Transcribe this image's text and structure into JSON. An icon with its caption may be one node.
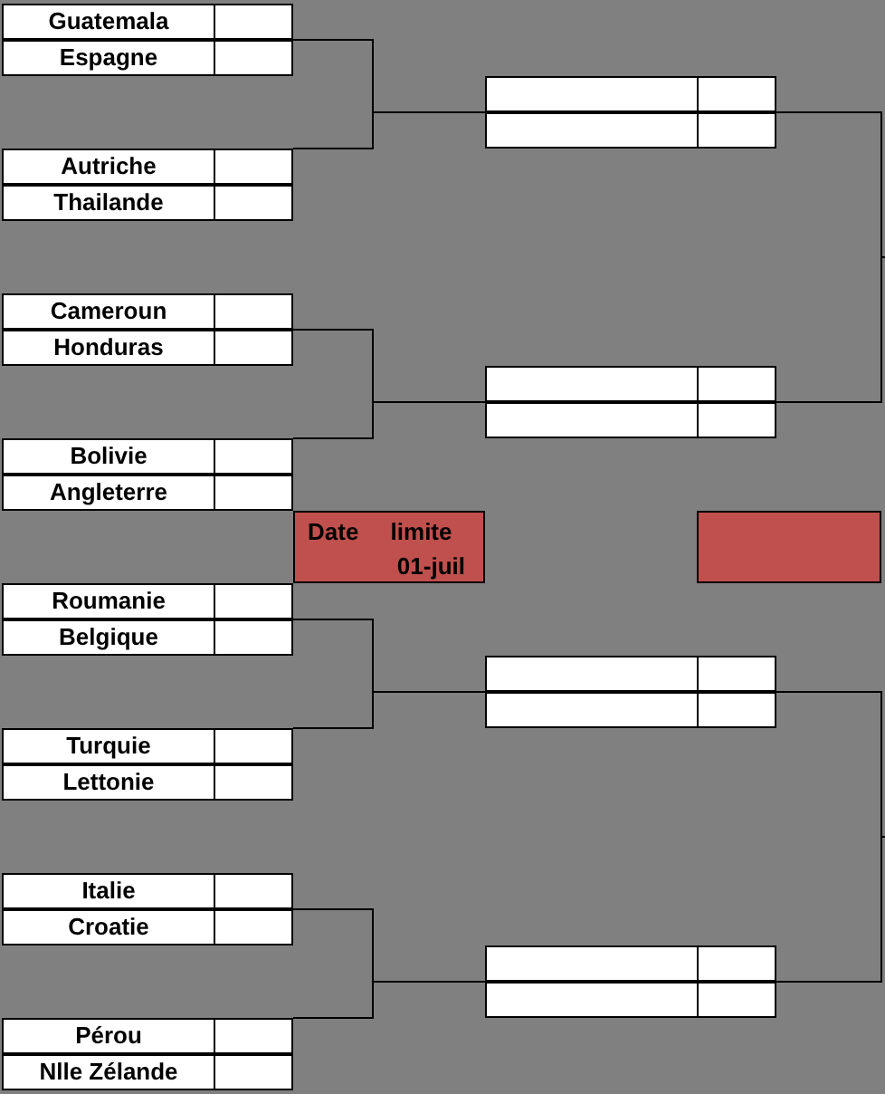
{
  "diagram": {
    "nodes": [
      {
        "text": [
          "Guatemala",
          "Espagne"
        ]
      },
      {
        "text": [
          "Autriche",
          "Thailande"
        ]
      },
      {
        "text": [
          "Cameroun",
          "Honduras"
        ]
      },
      {
        "text": [
          "Bolivie",
          "Angleterre"
        ]
      },
      {
        "text": [
          "Roumanie",
          "Belgique"
        ]
      },
      {
        "text": [
          "Turquie",
          "Lettonie"
        ]
      },
      {
        "text": [
          "Italie",
          "Croatie"
        ]
      },
      {
        "text": [
          "Pérou",
          "Nlle Zélande"
        ]
      },
      {
        "text": [],
        "shape": "box"
      },
      {
        "text": [],
        "shape": "box"
      },
      {
        "text": [],
        "shape": "box"
      },
      {
        "text": [],
        "shape": "box"
      },
      {
        "text": [
          "Date limite",
          "01-juil"
        ]
      },
      {
        "text": [],
        "shape": "box"
      }
    ],
    "edges": [
      {
        "from": 0,
        "to": 8,
        "arrow": "none"
      },
      {
        "from": 1,
        "to": 8,
        "arrow": "none"
      },
      {
        "from": 2,
        "to": 9,
        "arrow": "none"
      },
      {
        "from": 3,
        "to": 9,
        "arrow": "none"
      },
      {
        "from": 4,
        "to": 10,
        "arrow": "none"
      },
      {
        "from": 5,
        "to": 10,
        "arrow": "none"
      },
      {
        "from": 6,
        "to": 11,
        "arrow": "none"
      },
      {
        "from": 7,
        "to": 11,
        "arrow": "none"
      },
      {
        "from": 8,
        "to": null,
        "arrow": "none"
      },
      {
        "from": 9,
        "to": null,
        "arrow": "none"
      },
      {
        "from": 10,
        "to": null,
        "arrow": "none"
      },
      {
        "from": 11,
        "to": null,
        "arrow": "none"
      }
    ]
  }
}
